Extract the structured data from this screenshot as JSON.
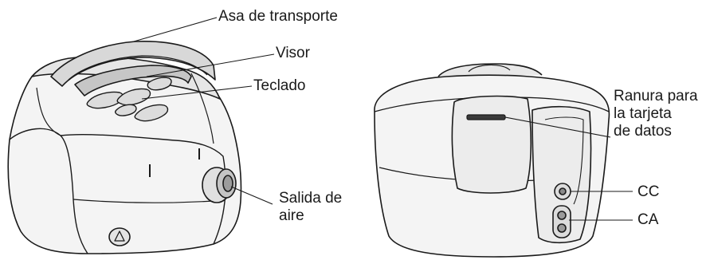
{
  "labels": {
    "carry_handle": "Asa de transporte",
    "display": "Visor",
    "keypad": "Teclado",
    "air_outlet_line1": "Salida de",
    "air_outlet_line2": "aire",
    "card_slot_line1": "Ranura para",
    "card_slot_line2": "la tarjeta",
    "card_slot_line3": "de datos",
    "dc": "CC",
    "ac": "CA"
  },
  "colors": {
    "line": "#1a1a1a",
    "shade_light": "#f0f0f0",
    "shade_mid": "#e2e2e2",
    "shade_dark": "#c8c8c8"
  },
  "icons": {
    "power_button": "triangle-symbol-icon"
  }
}
